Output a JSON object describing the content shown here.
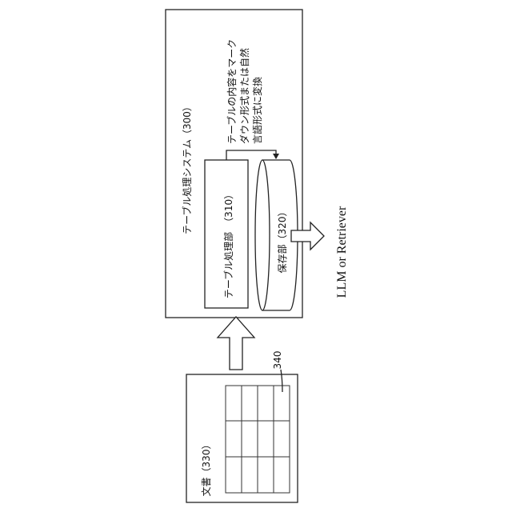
{
  "system": {
    "label": "テーブル処理システム（300）"
  },
  "processor": {
    "label": "テーブル処理部　（310）"
  },
  "storage": {
    "label": "保存部（320）"
  },
  "conversion_note": {
    "lines": [
      "テーブルの内容をマーク",
      "ダウン形式または自然",
      "言語形式に変換"
    ]
  },
  "output": {
    "label": "LLM or Retriever"
  },
  "document": {
    "label": "文書（330）",
    "table_ref": "340"
  }
}
